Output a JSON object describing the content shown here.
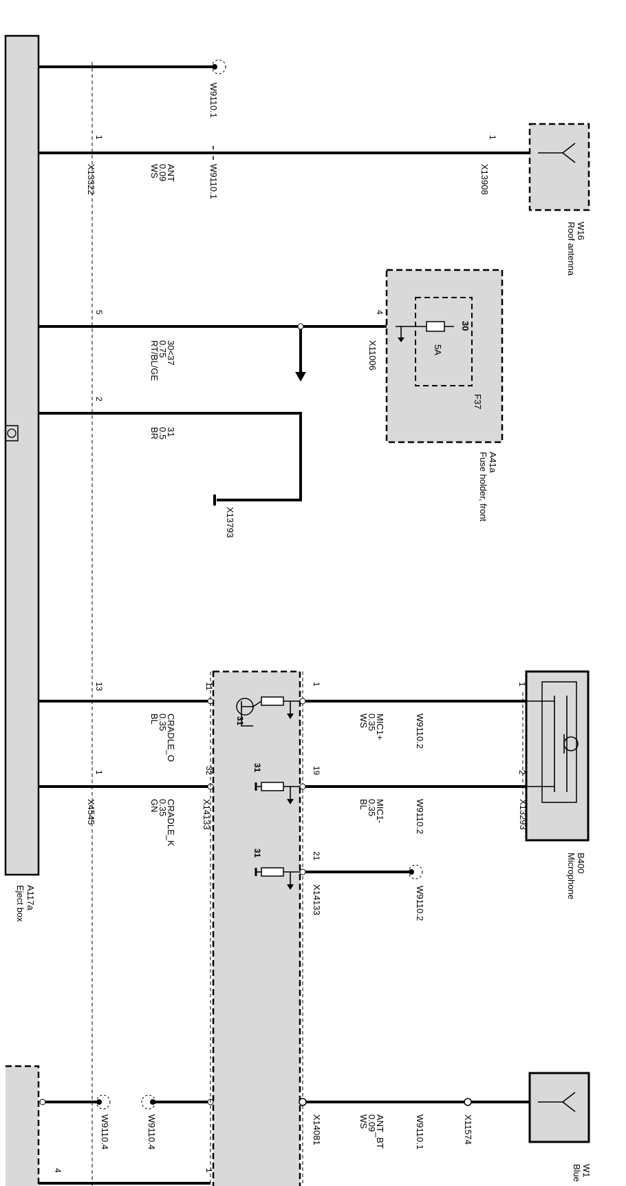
{
  "components": {
    "eject_box": {
      "id": "A117a",
      "name": "Eject box"
    },
    "microphone": {
      "id": "B400",
      "name": "Microphone"
    },
    "roof_antenna": {
      "id": "W16",
      "name": "Roof antenna"
    },
    "fuse_holder": {
      "id": "A41a",
      "name": "Fuse holder, front"
    },
    "fuse": {
      "id": "F37",
      "rating": "5A",
      "terminal": "30"
    },
    "bt_antenna": {
      "id_partial": "W1",
      "name_partial": "Blue"
    }
  },
  "connectors": {
    "x13322": "X13322",
    "x13908": "X13908",
    "x11006": "X11006",
    "x13793": "X13793",
    "x4545": "X4545",
    "x14133a": "X14133",
    "x14133b": "X14133",
    "x13293": "X13293",
    "x14081": "X14081",
    "x11574": "X11574"
  },
  "splices": {
    "s1": "W9110.1",
    "s2": "W9110.1",
    "s3": "W9110.2",
    "s4": "W9110.2",
    "s5": "W9110.2",
    "s6": "W9110.1",
    "s7": "W9110.4",
    "s8": "W9110.4"
  },
  "wires": {
    "ant": {
      "signal": "ANT",
      "size": "0.09",
      "color": "WS"
    },
    "pwr": {
      "signal": "30<37",
      "size": "0.75",
      "color": "RT/BL/GE"
    },
    "gnd": {
      "signal": "31",
      "size": "0.5",
      "color": "BR"
    },
    "cradle_o": {
      "signal": "CRADLE_O",
      "size": "0.35",
      "color": "BL"
    },
    "cradle_k": {
      "signal": "CRADLE_K",
      "size": "0.35",
      "color": "GN"
    },
    "mic1p": {
      "signal": "MIC1+",
      "size": "0.35",
      "color": "WS"
    },
    "mic1m": {
      "signal": "MIC1-",
      "size": "0.35",
      "color": "BL"
    },
    "ant_bt": {
      "signal": "ANT_BT",
      "size": "0.09",
      "color": "WS"
    }
  },
  "pins": {
    "p_ant_left": "1",
    "p_ant_right": "1",
    "p_pwr_left": "5",
    "p_pwr_right": "4",
    "p_gnd": "2",
    "p_cradle_o_left": "13",
    "p_cradle_o_right": "11",
    "p_cradle_k_left": "1",
    "p_cradle_k_right": "32",
    "p_mic1p_mod": "1",
    "p_mic1m_mod": "19",
    "p_mic_1": "1",
    "p_mic_2": "2",
    "p_21": "21",
    "p_bottom_left": "4",
    "p_bottom_right": "1",
    "g31a": "31",
    "g31b": "31",
    "g31c": "31"
  }
}
